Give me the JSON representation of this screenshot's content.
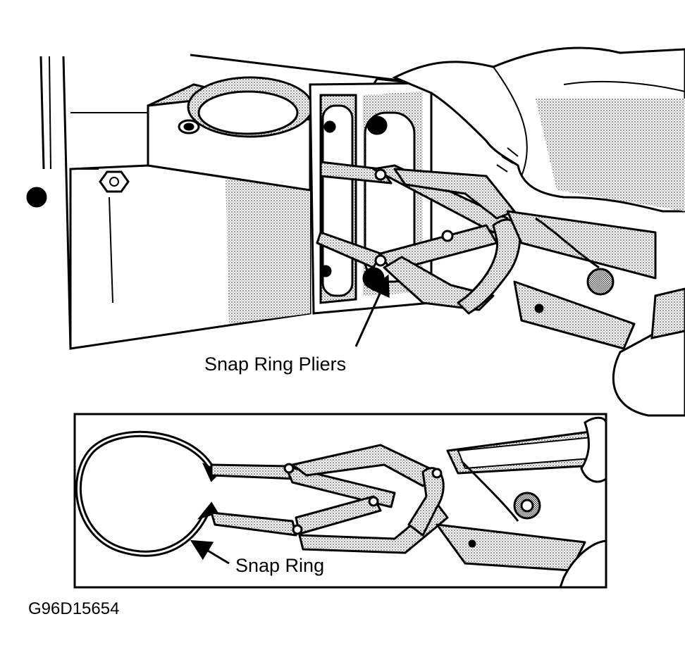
{
  "figure": {
    "labels": {
      "pliers": "Snap Ring Pliers",
      "ring": "Snap Ring"
    },
    "figure_id": "G96D15654"
  },
  "colors": {
    "ink": "#000000",
    "paper": "#ffffff",
    "shade": "#bdbdbd",
    "shade_light": "#dcdcdc"
  }
}
